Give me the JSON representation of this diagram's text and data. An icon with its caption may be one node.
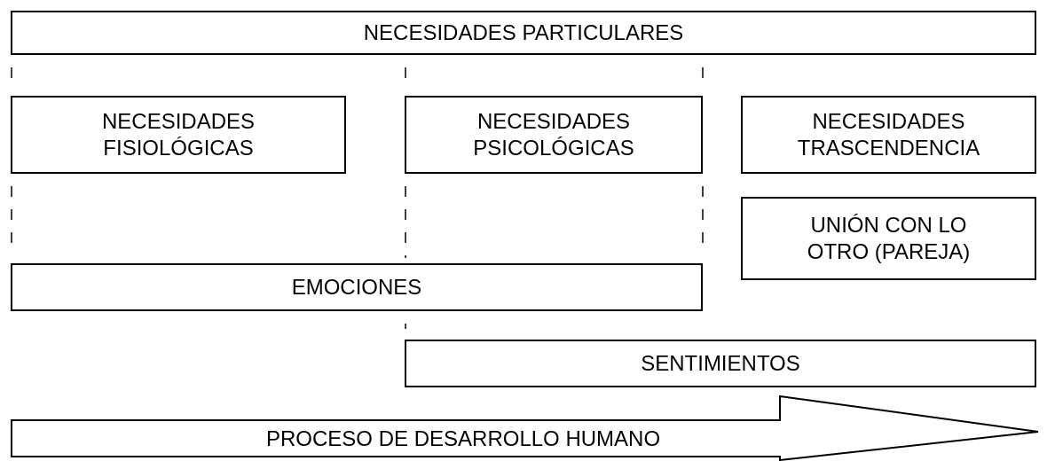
{
  "diagram": {
    "nodes": [
      {
        "text": [
          "NECESIDADES PARTICULARES"
        ]
      },
      {
        "text": [
          "NECESIDADES FISIOLÓGICAS"
        ]
      },
      {
        "text": [
          "NECESIDADES PSICOLÓGICAS"
        ]
      },
      {
        "text": [
          "NECESIDADES TRASCENDENCIA"
        ]
      },
      {
        "text": [
          "UNIÓN CON LO OTRO (PAREJA)"
        ]
      },
      {
        "text": [
          "EMOCIONES"
        ]
      },
      {
        "text": [
          "SENTIMIENTOS"
        ]
      },
      {
        "text": [
          "PROCESO DE DESARROLLO HUMANO"
        ]
      }
    ],
    "edges": [
      {
        "from": 0,
        "to": 1,
        "arrow": "none",
        "style": "dashed"
      },
      {
        "from": 0,
        "to": 2,
        "arrow": "none",
        "style": "dashed"
      },
      {
        "from": 0,
        "to": 2,
        "arrow": "none",
        "style": "dashed"
      },
      {
        "from": 1,
        "to": 5,
        "arrow": "none",
        "style": "dashed"
      },
      {
        "from": 2,
        "to": 5,
        "arrow": "none",
        "style": "dashed"
      },
      {
        "from": 2,
        "to": 5,
        "arrow": "none",
        "style": "dashed"
      },
      {
        "from": 5,
        "to": 6,
        "arrow": "none",
        "style": "dashed"
      }
    ]
  }
}
